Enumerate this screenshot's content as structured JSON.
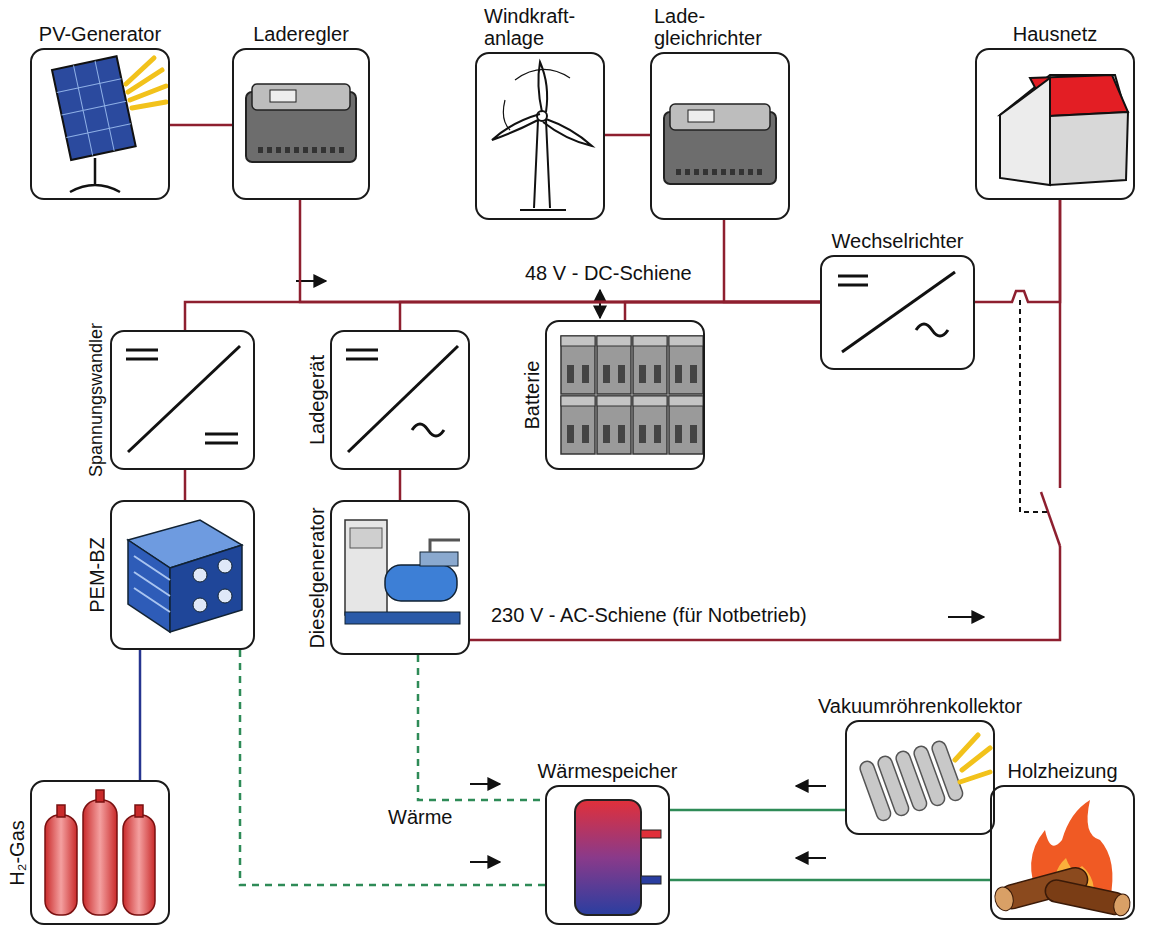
{
  "diagram": {
    "nodes": [
      {
        "text": [
          "PV-Generator"
        ]
      },
      {
        "text": [
          "Laderegler"
        ]
      },
      {
        "text": [
          "Windkraft- anlage"
        ]
      },
      {
        "text": [
          "Lade- gleichrichter"
        ]
      },
      {
        "text": [
          "Hausnetz"
        ]
      },
      {
        "text": [
          "Wechselrichter"
        ]
      },
      {
        "text": [
          "Spannungswandler"
        ]
      },
      {
        "text": [
          "Ladegerät"
        ]
      },
      {
        "text": [
          "Batterie"
        ]
      },
      {
        "text": [
          "PEM-BZ"
        ]
      },
      {
        "text": [
          "Dieselgenerator"
        ]
      },
      {
        "text": [
          "Vakuumröhrenkollektor"
        ]
      },
      {
        "text": [
          "Wärmespeicher"
        ]
      },
      {
        "text": [
          "Holzheizung"
        ]
      },
      {
        "text": [
          "H₂-Gas"
        ]
      }
    ],
    "edges": [
      {
        "from": 0,
        "to": 1,
        "arrow": "none"
      },
      {
        "from": 2,
        "to": 3,
        "arrow": "none"
      },
      {
        "from": 1,
        "to": 5,
        "arrow": "none"
      },
      {
        "from": 3,
        "to": 5,
        "arrow": "none"
      },
      {
        "from": 6,
        "to": 5,
        "arrow": "none"
      },
      {
        "from": 7,
        "to": 5,
        "arrow": "none"
      },
      {
        "from": 8,
        "to": 5,
        "arrow": "none"
      },
      {
        "from": 9,
        "to": 6,
        "arrow": "none"
      },
      {
        "from": 10,
        "to": 7,
        "arrow": "none"
      },
      {
        "from": 5,
        "to": 4,
        "arrow": "none"
      },
      {
        "from": 10,
        "to": 4,
        "label": "230 V - AC-Schiene (für Notbetrieb)",
        "arrow": "none"
      },
      {
        "from": 9,
        "to": 12,
        "arrow": "none"
      },
      {
        "from": 10,
        "to": 12,
        "arrow": "none"
      },
      {
        "from": 11,
        "to": 12,
        "arrow": "none"
      },
      {
        "from": 13,
        "to": 12,
        "arrow": "none"
      },
      {
        "from": 9,
        "to": 14,
        "arrow": "none"
      }
    ],
    "labels": [
      "48 V - DC-Schiene",
      "Wärme"
    ]
  }
}
